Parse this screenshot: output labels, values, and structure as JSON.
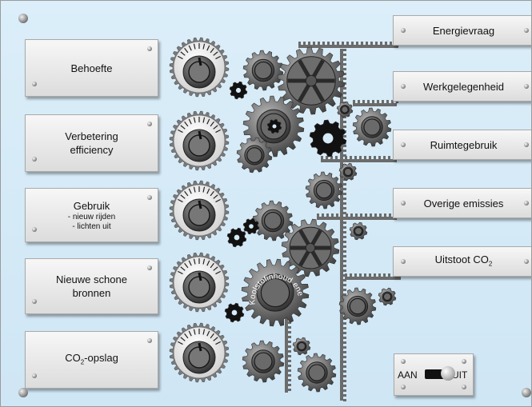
{
  "inputs": [
    {
      "label": "Behoefte",
      "sub": []
    },
    {
      "label": "Verbetering efficiency",
      "sub": []
    },
    {
      "label": "Gebruik",
      "sub": [
        "- nieuw rijden",
        "- lichten uit"
      ]
    },
    {
      "label": "Nieuwe schone bronnen",
      "sub": []
    },
    {
      "label": "CO",
      "label_sub": "2",
      "label_suffix": "-opslag",
      "sub": []
    }
  ],
  "outputs": [
    {
      "label": "Energievraag"
    },
    {
      "label": "Werkgelegenheid"
    },
    {
      "label": "Ruimtegebruik"
    },
    {
      "label": "Overige emissies"
    },
    {
      "label": "Uitstoot CO",
      "label_sub": "2"
    }
  ],
  "center_gear_text": "Koolstofinhoud energiedragers",
  "switch": {
    "on_label": "AAN",
    "off_label": "UIT",
    "state": "uit"
  },
  "colors": {
    "background": "#d6ebf7",
    "panel": "#e6e6e6",
    "gear": "#777777",
    "gear_dark": "#111111"
  }
}
